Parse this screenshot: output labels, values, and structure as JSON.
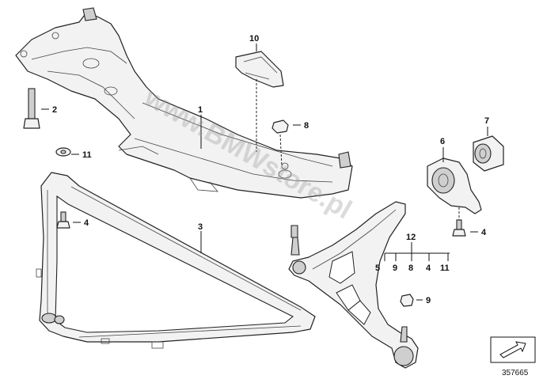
{
  "callouts": {
    "c1": "1",
    "c2": "2",
    "c3": "3",
    "c4a": "4",
    "c4b": "4",
    "c4c": "4",
    "c5": "5",
    "c6": "6",
    "c7": "7",
    "c8a": "8",
    "c8b": "8",
    "c9a": "9",
    "c9b": "9",
    "c10": "10",
    "c11a": "11",
    "c11b": "11",
    "c12": "12"
  },
  "watermark": "www.BMWstore.pl",
  "reference_number": "357665",
  "colors": {
    "line": "#222222",
    "part_fill": "#f2f2f2",
    "shade": "#cfcfcf"
  },
  "icons": {
    "corner": "arrow-right-icon"
  }
}
